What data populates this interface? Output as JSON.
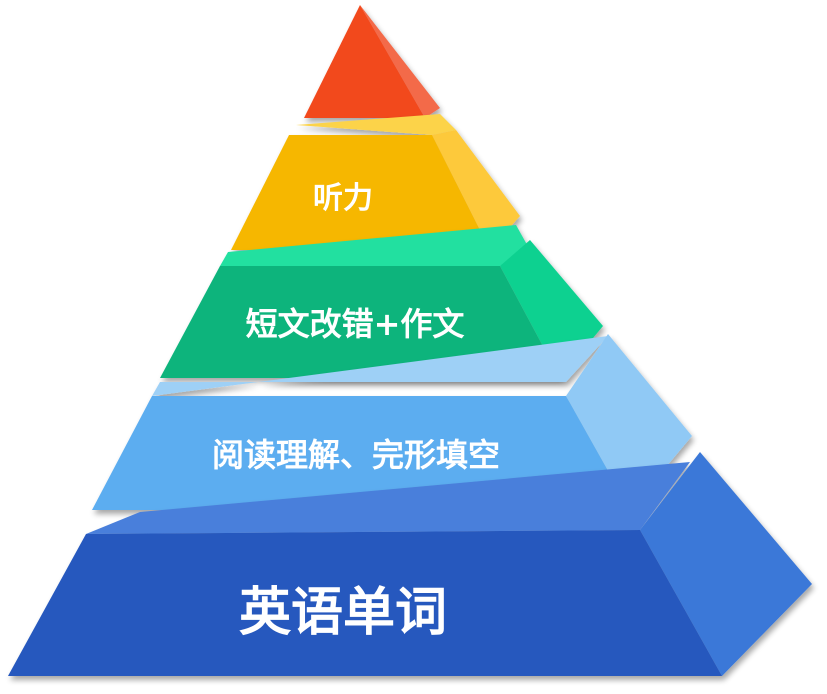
{
  "pyramid": {
    "levels": [
      {
        "label": "",
        "color": "#f04a1d"
      },
      {
        "label": "听力",
        "color": "#f5b800"
      },
      {
        "label": "短文改错+作文",
        "color": "#10b47a"
      },
      {
        "label": "阅读理解、完形填空",
        "color": "#5baeed"
      },
      {
        "label": "英语单词",
        "color": "#2a5dbf"
      }
    ]
  }
}
